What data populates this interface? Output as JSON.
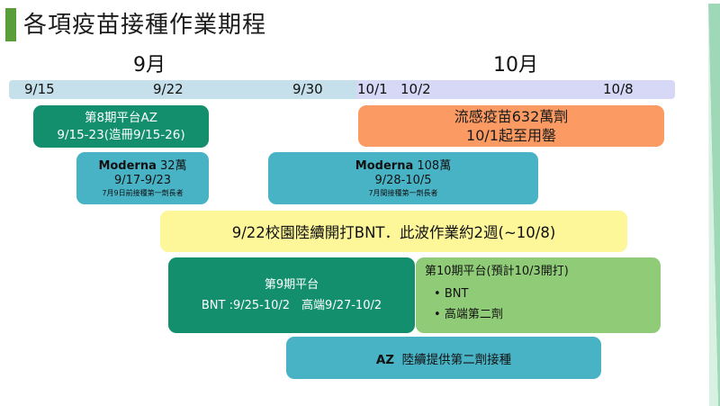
{
  "page": {
    "title": "各項疫苗接種作業期程"
  },
  "timeline": {
    "months": [
      {
        "label": "9月"
      },
      {
        "label": "10月"
      }
    ],
    "ticks": [
      {
        "label": "9/15"
      },
      {
        "label": "9/22"
      },
      {
        "label": "9/30"
      },
      {
        "label": "10/1"
      },
      {
        "label": "10/2"
      },
      {
        "label": "10/8"
      }
    ],
    "colors": {
      "september_band": "#c5e0ea",
      "october_band": "#d6d8f6"
    }
  },
  "bars": {
    "az_phase8": {
      "line1": "第8期平台AZ",
      "line2": "9/15-23(造冊9/15-26)",
      "color": "#138f6e"
    },
    "flu": {
      "line1": "流感疫苗632萬劑",
      "line2": "10/1起至用罄",
      "color": "#fb9a62"
    },
    "moderna_32": {
      "name": "Moderna",
      "amount": "32萬",
      "dates": "9/17-9/23",
      "note": "7月9日前接種第一劑長者",
      "color": "#49b3c6"
    },
    "moderna_108": {
      "name": "Moderna",
      "amount": "108萬",
      "dates": "9/28-10/5",
      "note": "7月間接種第一劑長者",
      "color": "#49b3c6"
    },
    "campus_bnt": {
      "text": "9/22校園陸續開打BNT．此波作業約2週(~10/8)",
      "color": "#fdf79a"
    },
    "phase9": {
      "line1": "第9期平台",
      "line2": "BNT :9/25-10/2　高端9/27-10/2",
      "color": "#138f6e"
    },
    "phase10": {
      "heading": "第10期平台(預計10/3開打)",
      "items": [
        "BNT",
        "高端第二劑"
      ],
      "color": "#90cc78"
    },
    "az_second": {
      "bold": "AZ",
      "text": "陸續提供第二劑接種",
      "color": "#49b3c6"
    }
  }
}
